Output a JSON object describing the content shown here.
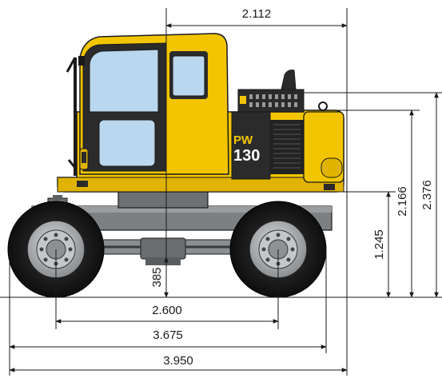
{
  "dimensions": {
    "top_width": "2.112",
    "height_overall": "2.376",
    "height_engine": "2.166",
    "height_counterweight": "1.245",
    "ground_clearance": "385",
    "wheelbase": "2.600",
    "length_wheels": "3.675",
    "length_overall": "3.950"
  },
  "machine": {
    "badge_model": "PW",
    "badge_number": "130"
  },
  "colors": {
    "body_yellow": "#f2c500",
    "body_shadow": "#c99a00",
    "cab_glass": "#b9d7ee",
    "dark_panel": "#2b2b2b",
    "chassis_grey": "#7d8082",
    "tyre_black": "#161616",
    "rim_grey": "#a7aaad",
    "line": "#1a1a1a"
  }
}
